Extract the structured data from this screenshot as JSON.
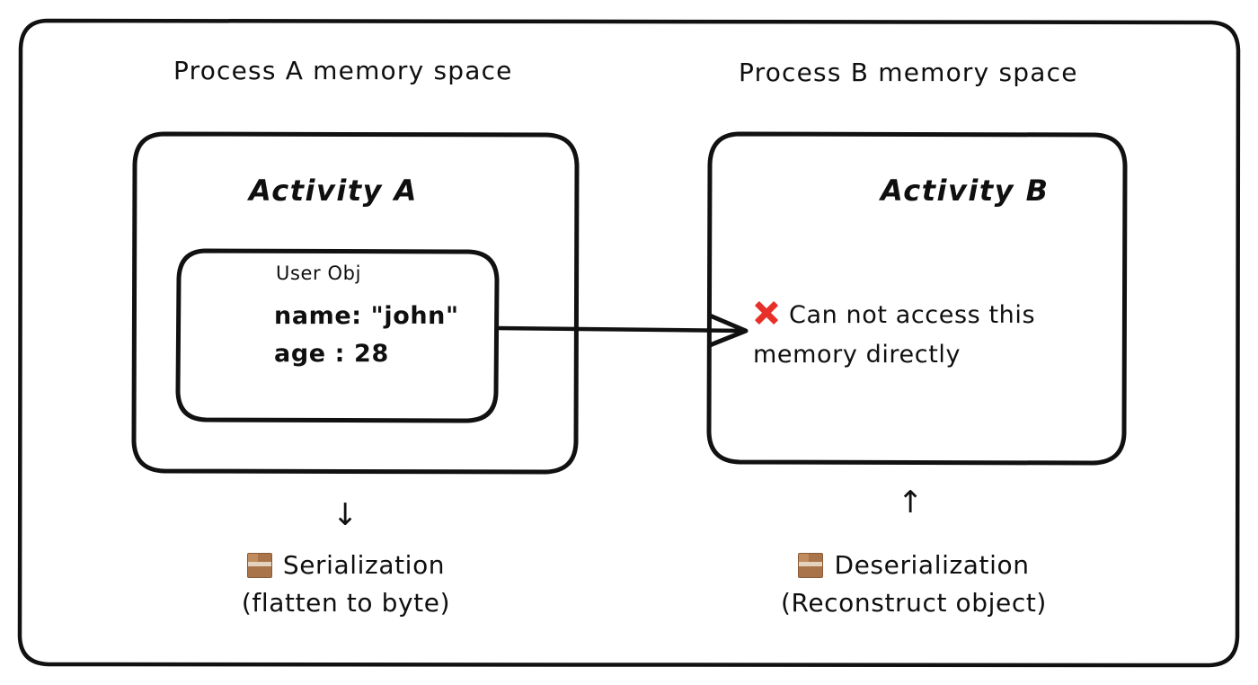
{
  "diagram": {
    "title_left": "Process A memory space",
    "title_right": "Process B memory space",
    "accent_red": "#e8302a",
    "stroke": "#111111",
    "package_brown": "#a9744a"
  },
  "left": {
    "activity_label": "Activity A",
    "object_box": {
      "header": "User Obj",
      "fields": [
        "name: \"john\"",
        "age : 28"
      ]
    },
    "flow_arrow_glyph": "↓",
    "caption_title": "Serialization",
    "caption_sub": "(flatten to byte)",
    "caption_icon": "package-box-icon"
  },
  "right": {
    "activity_label": "Activity B",
    "note_icon": "red-cross-mark-icon",
    "note_line1": "Can not access this",
    "note_line2": "memory directly",
    "flow_arrow_glyph": "↑",
    "caption_title": "Deserialization",
    "caption_sub": "(Reconstruct object)",
    "caption_icon": "package-box-icon"
  },
  "connector": {
    "name": "left-to-right-arrow",
    "direction": "right"
  }
}
